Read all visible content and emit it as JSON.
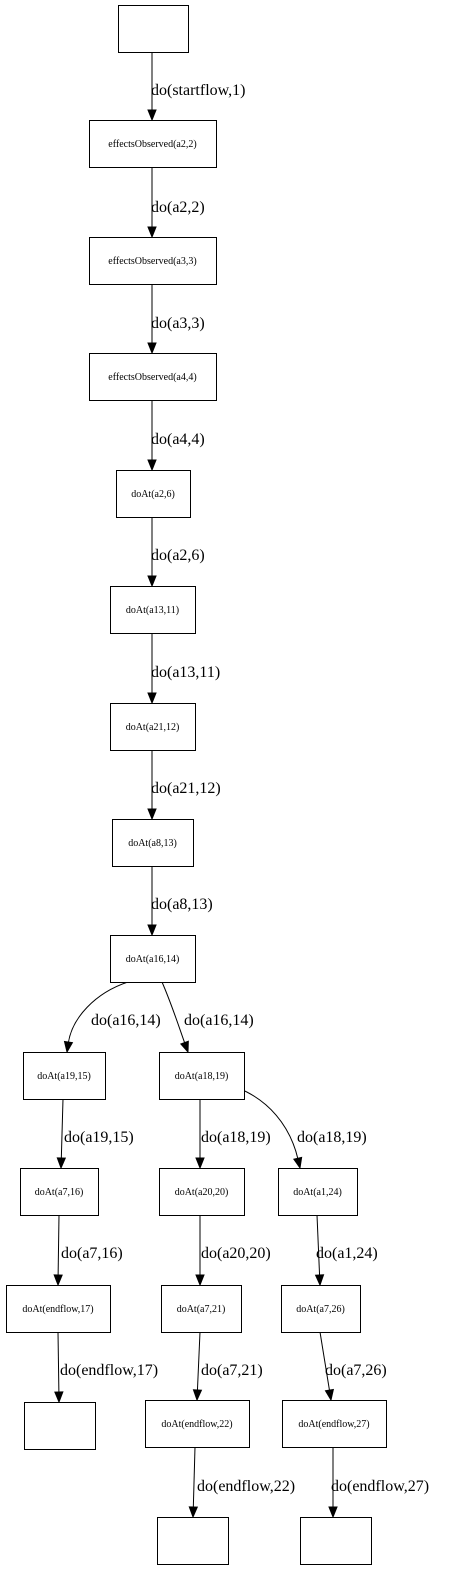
{
  "nodes": [
    {
      "id": "n0",
      "label": ""
    },
    {
      "id": "n1",
      "label": "effectsObserved(a2,2)"
    },
    {
      "id": "n2",
      "label": "effectsObserved(a3,3)"
    },
    {
      "id": "n3",
      "label": "effectsObserved(a4,4)"
    },
    {
      "id": "n4",
      "label": "doAt(a2,6)"
    },
    {
      "id": "n5",
      "label": "doAt(a13,11)"
    },
    {
      "id": "n6",
      "label": "doAt(a21,12)"
    },
    {
      "id": "n7",
      "label": "doAt(a8,13)"
    },
    {
      "id": "n8",
      "label": "doAt(a16,14)"
    },
    {
      "id": "n9",
      "label": "doAt(a19,15)"
    },
    {
      "id": "n10",
      "label": "doAt(a18,19)"
    },
    {
      "id": "n11",
      "label": "doAt(a7,16)"
    },
    {
      "id": "n12",
      "label": "doAt(a20,20)"
    },
    {
      "id": "n13",
      "label": "doAt(a1,24)"
    },
    {
      "id": "n14",
      "label": "doAt(endflow,17)"
    },
    {
      "id": "n15",
      "label": "doAt(a7,21)"
    },
    {
      "id": "n16",
      "label": "doAt(a7,26)"
    },
    {
      "id": "n17",
      "label": ""
    },
    {
      "id": "n18",
      "label": "doAt(endflow,22)"
    },
    {
      "id": "n19",
      "label": "doAt(endflow,27)"
    },
    {
      "id": "n20",
      "label": ""
    },
    {
      "id": "n21",
      "label": ""
    }
  ],
  "edges": [
    {
      "id": "e0",
      "from": "n0",
      "to": "n1",
      "label": "do(startflow,1)"
    },
    {
      "id": "e1",
      "from": "n1",
      "to": "n2",
      "label": "do(a2,2)"
    },
    {
      "id": "e2",
      "from": "n2",
      "to": "n3",
      "label": "do(a3,3)"
    },
    {
      "id": "e3",
      "from": "n3",
      "to": "n4",
      "label": "do(a4,4)"
    },
    {
      "id": "e4",
      "from": "n4",
      "to": "n5",
      "label": "do(a2,6)"
    },
    {
      "id": "e5",
      "from": "n5",
      "to": "n6",
      "label": "do(a13,11)"
    },
    {
      "id": "e6",
      "from": "n6",
      "to": "n7",
      "label": "do(a21,12)"
    },
    {
      "id": "e7",
      "from": "n7",
      "to": "n8",
      "label": "do(a8,13)"
    },
    {
      "id": "e8",
      "from": "n8",
      "to": "n9",
      "label": "do(a16,14)"
    },
    {
      "id": "e9",
      "from": "n8",
      "to": "n10",
      "label": "do(a16,14)"
    },
    {
      "id": "e10",
      "from": "n9",
      "to": "n11",
      "label": "do(a19,15)"
    },
    {
      "id": "e11",
      "from": "n10",
      "to": "n12",
      "label": "do(a18,19)"
    },
    {
      "id": "e12",
      "from": "n10",
      "to": "n13",
      "label": "do(a18,19)"
    },
    {
      "id": "e13",
      "from": "n11",
      "to": "n14",
      "label": "do(a7,16)"
    },
    {
      "id": "e14",
      "from": "n12",
      "to": "n15",
      "label": "do(a20,20)"
    },
    {
      "id": "e15",
      "from": "n13",
      "to": "n16",
      "label": "do(a1,24)"
    },
    {
      "id": "e16",
      "from": "n14",
      "to": "n17",
      "label": "do(endflow,17)"
    },
    {
      "id": "e17",
      "from": "n15",
      "to": "n18",
      "label": "do(a7,21)"
    },
    {
      "id": "e18",
      "from": "n16",
      "to": "n19",
      "label": "do(a7,26)"
    },
    {
      "id": "e19",
      "from": "n18",
      "to": "n20",
      "label": "do(endflow,22)"
    },
    {
      "id": "e20",
      "from": "n19",
      "to": "n21",
      "label": "do(endflow,27)"
    }
  ]
}
